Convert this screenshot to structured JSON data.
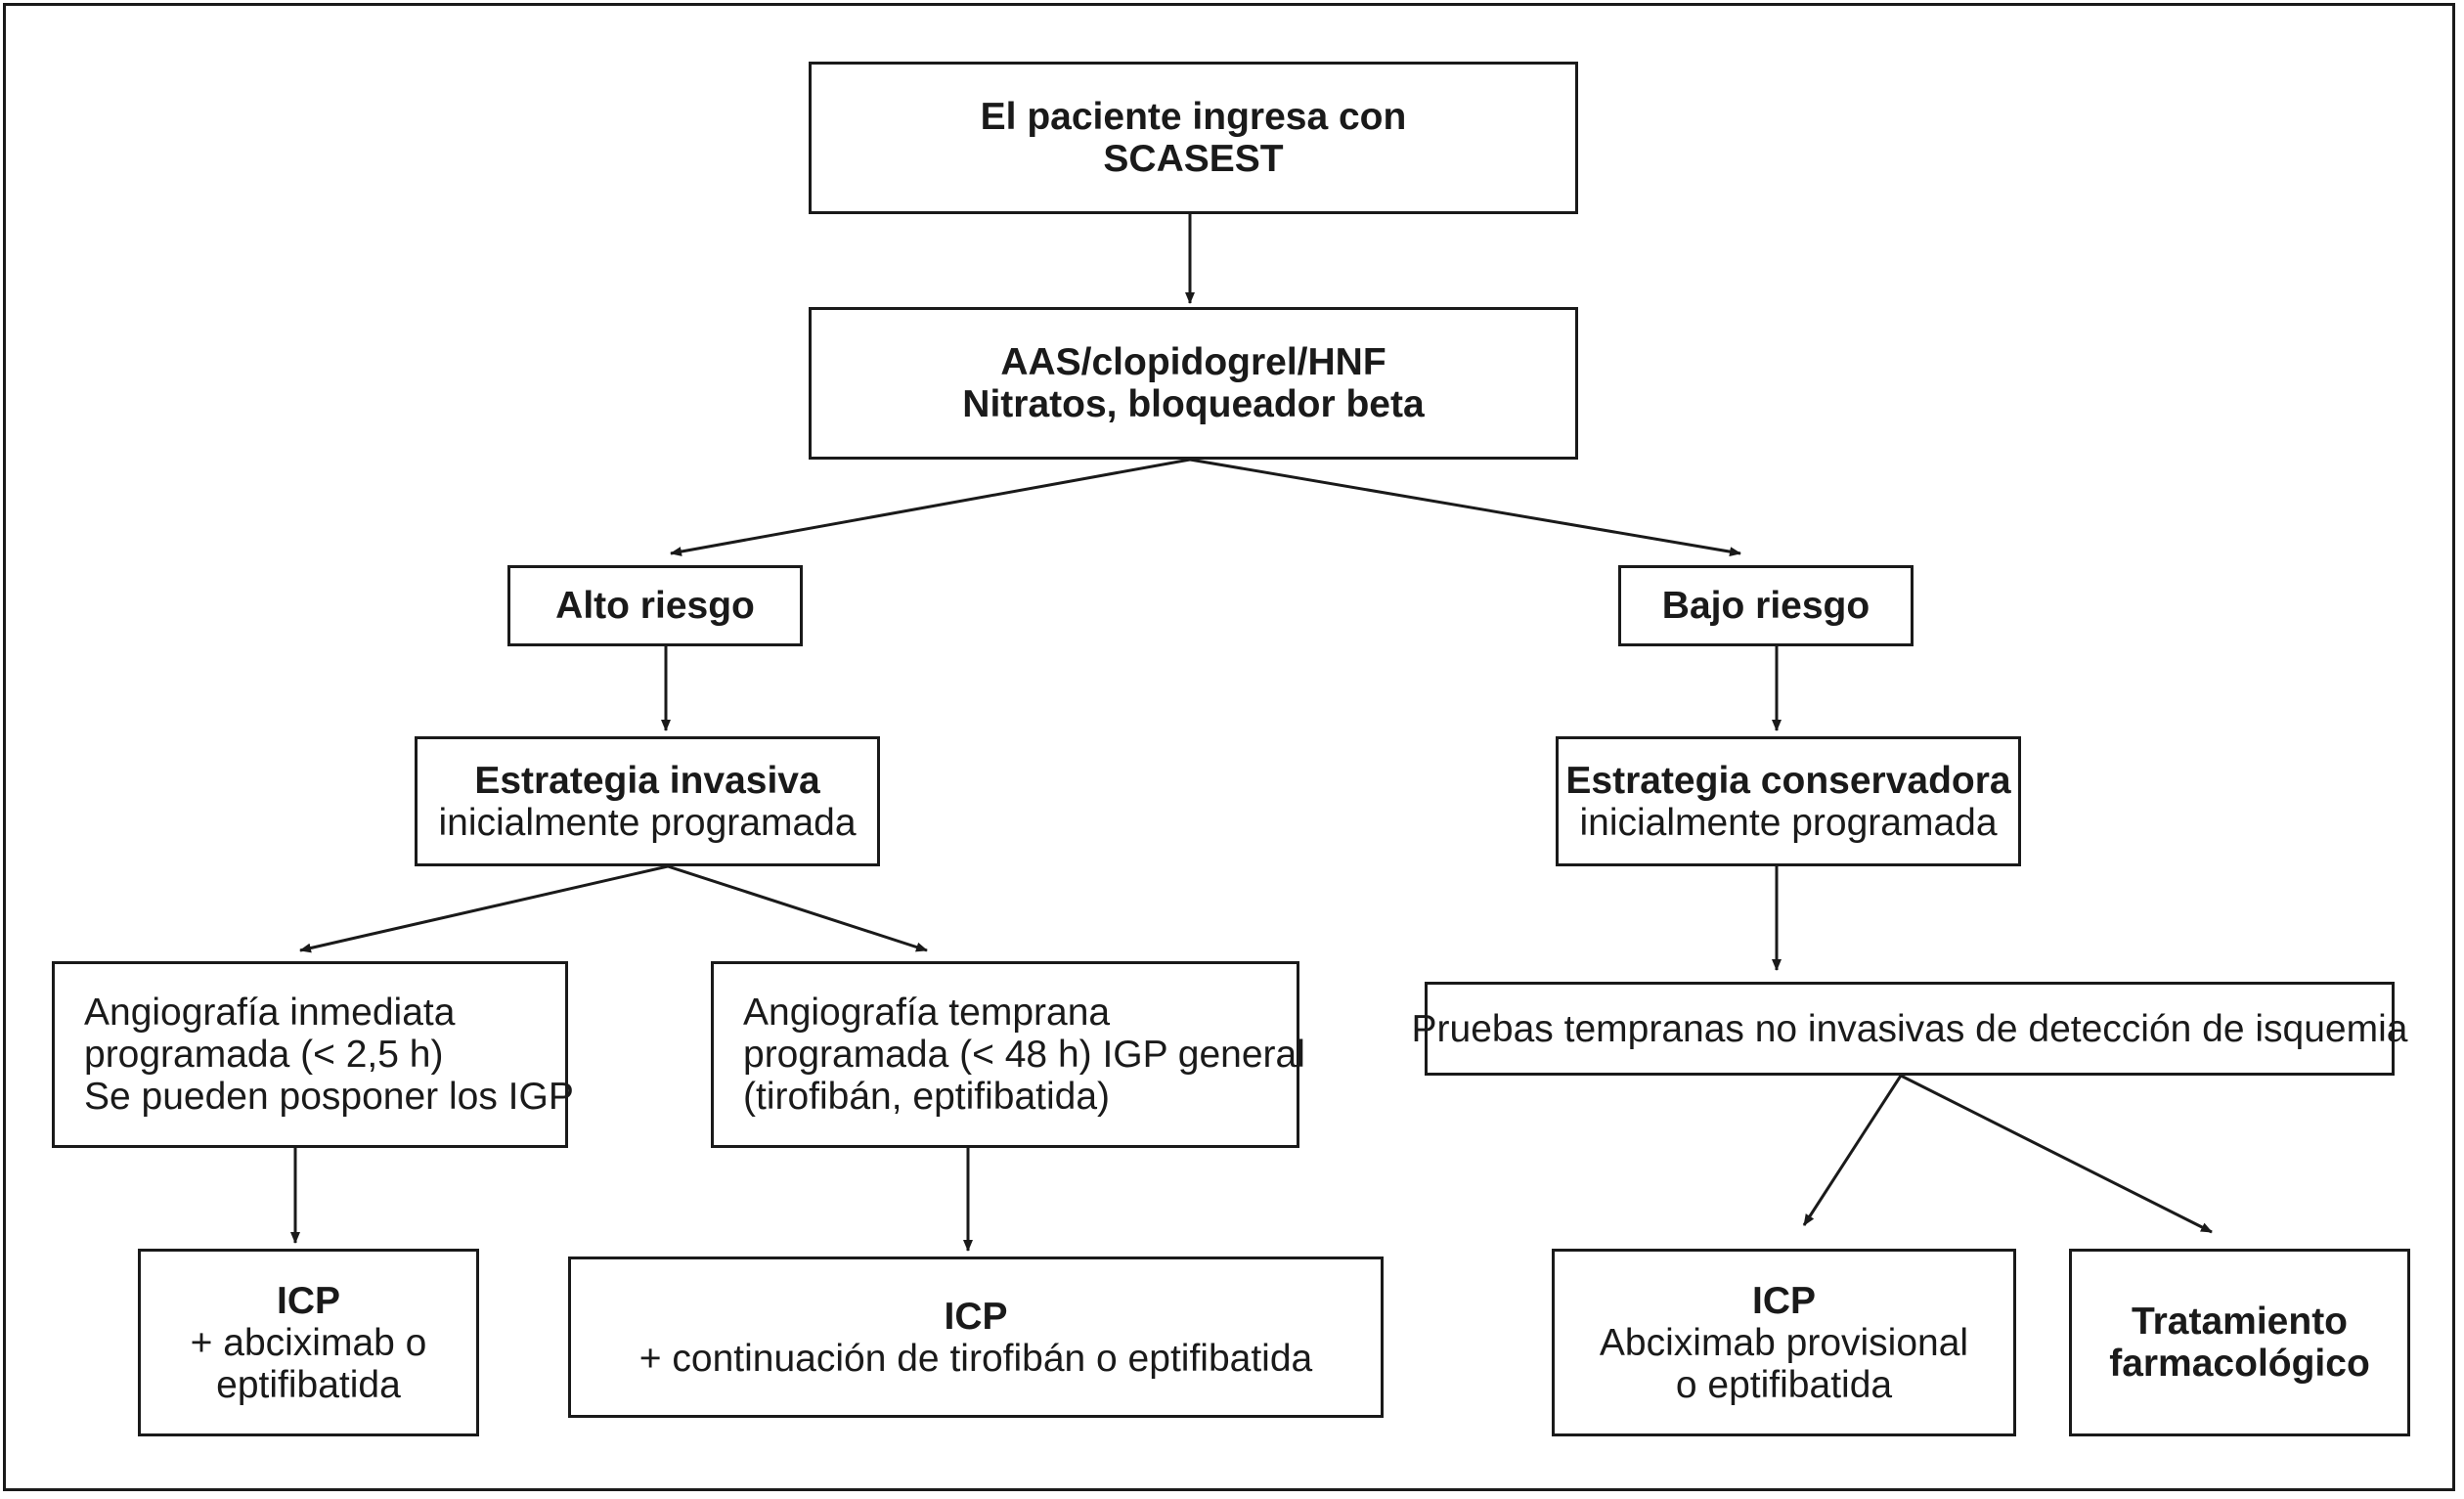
{
  "nodes": {
    "start": {
      "title": [
        "El paciente ingresa con",
        "SCASEST"
      ]
    },
    "treatment": {
      "title": [
        "AAS/clopidogrel/HNF",
        "Nitratos, bloqueador beta"
      ]
    },
    "high_risk": {
      "title": [
        "Alto riesgo"
      ]
    },
    "low_risk": {
      "title": [
        "Bajo riesgo"
      ]
    },
    "invasive": {
      "title": [
        "Estrategia invasiva"
      ],
      "body": [
        "inicialmente programada"
      ]
    },
    "conservative": {
      "title": [
        "Estrategia conservadora"
      ],
      "body": [
        "inicialmente programada"
      ]
    },
    "immediate": {
      "body": [
        "Angiografía inmediata",
        "programada (< 2,5 h)",
        "Se pueden posponer los IGP"
      ]
    },
    "early": {
      "body": [
        "Angiografía temprana",
        "programada (< 48 h) IGP general",
        "(tirofibán, eptifibatida)"
      ]
    },
    "noninvasive": {
      "body": [
        "Pruebas tempranas no invasivas de detección de isquemia"
      ]
    },
    "icp_abciximab": {
      "title": [
        "ICP"
      ],
      "body": [
        "+ abciximab o",
        "eptifibatida"
      ]
    },
    "icp_continuation": {
      "title": [
        "ICP"
      ],
      "body": [
        "+ continuación de tirofibán o eptifibatida"
      ]
    },
    "icp_provisional": {
      "title": [
        "ICP"
      ],
      "body": [
        "Abciximab provisional",
        "o eptifibatida"
      ]
    },
    "pharmacologic": {
      "title": [
        "Tratamiento",
        "farmacológico"
      ]
    }
  },
  "edges": [
    [
      "start",
      "treatment"
    ],
    [
      "treatment",
      "high_risk"
    ],
    [
      "treatment",
      "low_risk"
    ],
    [
      "high_risk",
      "invasive"
    ],
    [
      "low_risk",
      "conservative"
    ],
    [
      "invasive",
      "immediate"
    ],
    [
      "invasive",
      "early"
    ],
    [
      "conservative",
      "noninvasive"
    ],
    [
      "immediate",
      "icp_abciximab"
    ],
    [
      "early",
      "icp_continuation"
    ],
    [
      "noninvasive",
      "icp_provisional"
    ],
    [
      "noninvasive",
      "pharmacologic"
    ]
  ],
  "colors": {
    "line": "#1a1a1a",
    "background": "#ffffff"
  }
}
